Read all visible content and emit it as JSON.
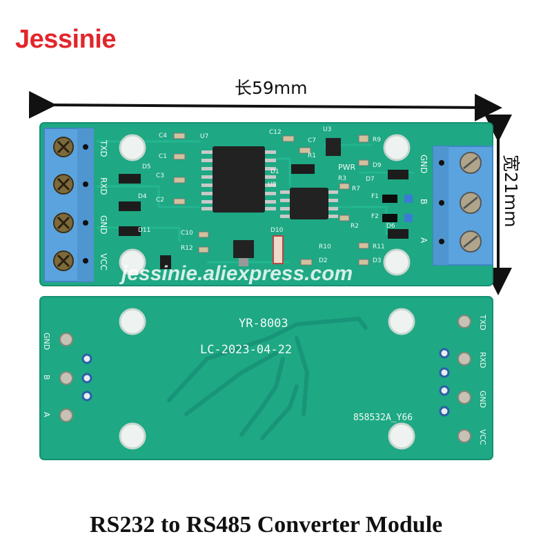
{
  "brand": "Jessinie",
  "dimensions": {
    "length": "长59mm",
    "width": "宽21mm"
  },
  "watermark": "jessinie.aliexpress.com",
  "caption": "RS232 to RS485 Converter Module",
  "colors": {
    "pcb": "#1ea884",
    "pcb_edge": "#169070",
    "terminal": "#5aa3de",
    "brand": "#e3262b"
  },
  "front": {
    "left_terminal": [
      "TXD",
      "RXD",
      "GND",
      "VCC"
    ],
    "right_terminal": [
      "GND",
      "B",
      "A"
    ],
    "pwr": "PWR",
    "refs": [
      "C4",
      "C1",
      "C3",
      "C2",
      "D5",
      "D4",
      "D11",
      "C10",
      "R12",
      "U7",
      "C12",
      "U3",
      "C7",
      "R1",
      "R9",
      "D9",
      "D1",
      "U8",
      "R3",
      "R7",
      "D7",
      "F1",
      "F2",
      "R2",
      "D10",
      "R10",
      "D2",
      "R11",
      "D3",
      "D6"
    ]
  },
  "back": {
    "model": "YR-8003",
    "lot": "LC-2023-04-22",
    "code": "858532A_Y66",
    "left_labels": [
      "GND",
      "B",
      "A"
    ],
    "right_labels": [
      "TXD",
      "RXD",
      "GND",
      "VCC"
    ]
  }
}
